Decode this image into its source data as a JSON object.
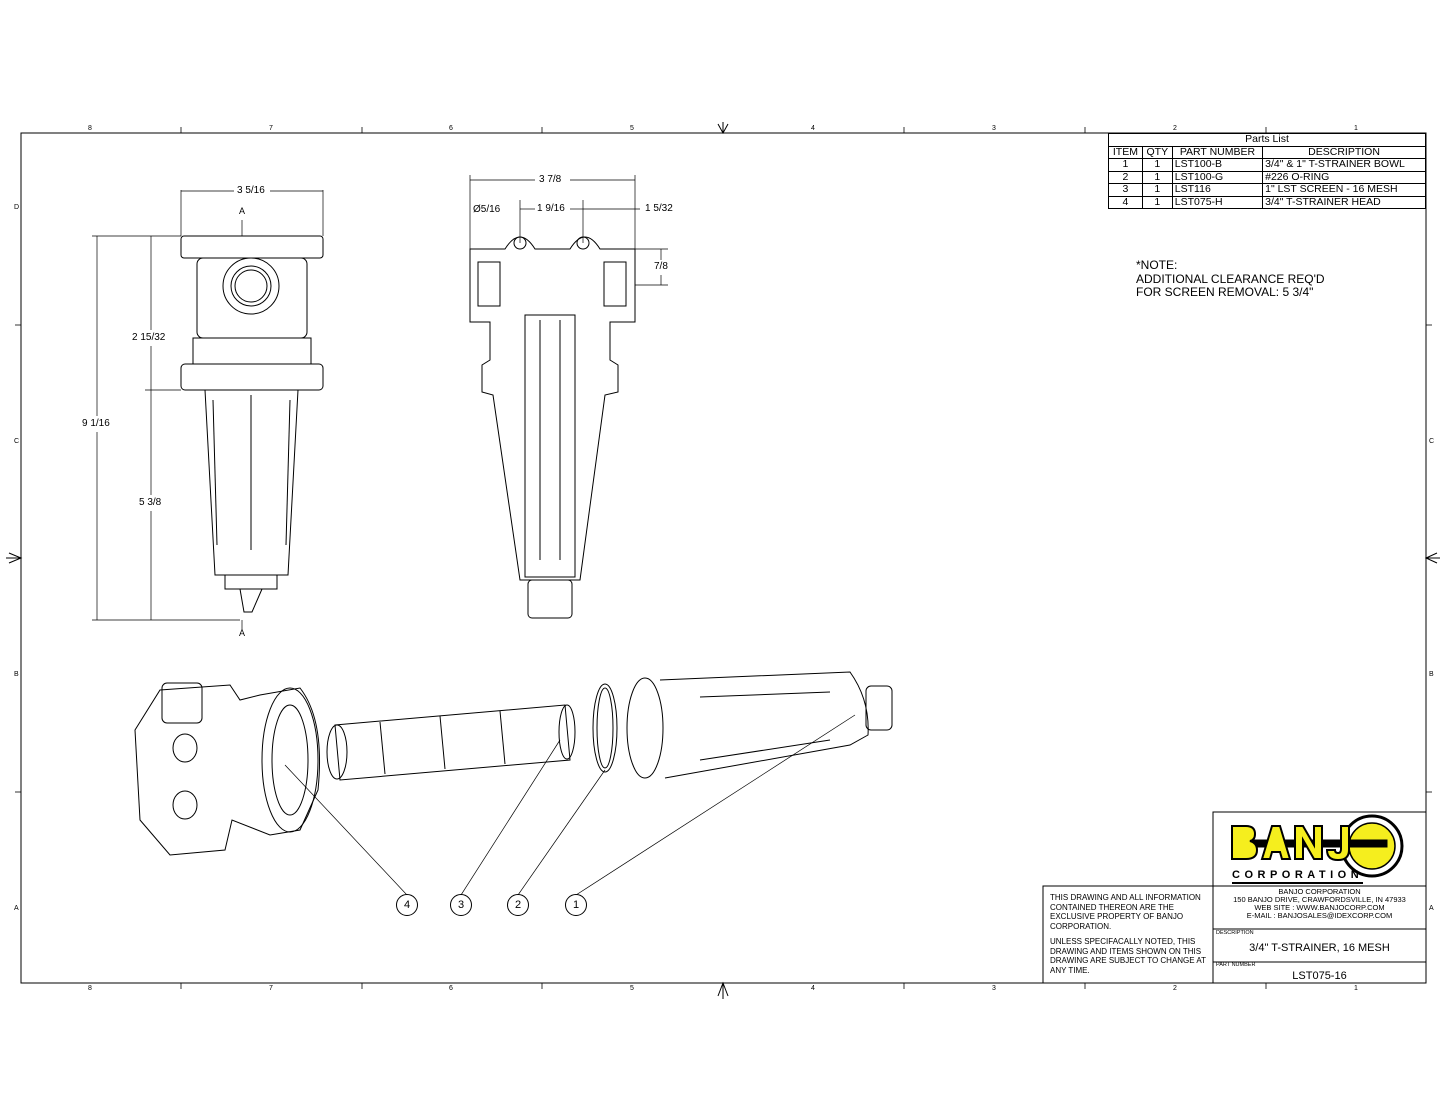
{
  "zones": {
    "columns": [
      "8",
      "7",
      "6",
      "5",
      "4",
      "3",
      "2",
      "1"
    ],
    "rows": [
      "D",
      "C",
      "B",
      "A"
    ]
  },
  "front_view": {
    "dims": {
      "width": "3 5/16",
      "section_top": "A",
      "head_height": "2 15/32",
      "overall_height": "9 1/16",
      "bowl_height": "5 3/8",
      "section_bottom": "A"
    }
  },
  "section_view": {
    "dims": {
      "overall_width": "3 7/8",
      "hole_dia": "Ø5/16",
      "hole_spacing": "1 9/16",
      "port_offset": "1 5/32",
      "port_height": "7/8"
    }
  },
  "parts_list": {
    "title": "Parts List",
    "headers": [
      "ITEM",
      "QTY",
      "PART NUMBER",
      "DESCRIPTION"
    ],
    "rows": [
      {
        "item": "1",
        "qty": "1",
        "part": "LST100-B",
        "desc": "3/4\" & 1\" T-STRAINER BOWL"
      },
      {
        "item": "2",
        "qty": "1",
        "part": "LST100-G",
        "desc": "#226 O-RING"
      },
      {
        "item": "3",
        "qty": "1",
        "part": "LST116",
        "desc": "1\" LST SCREEN - 16 MESH"
      },
      {
        "item": "4",
        "qty": "1",
        "part": "LST075-H",
        "desc": "3/4\" T-STRAINER HEAD"
      }
    ]
  },
  "note": {
    "line1": "*NOTE:",
    "line2": "ADDITIONAL CLEARANCE REQ'D",
    "line3": "FOR SCREEN REMOVAL: 5 3/4\""
  },
  "balloons": [
    "4",
    "3",
    "2",
    "1"
  ],
  "title_block": {
    "logo_text": "BANJO",
    "logo_sub": "CORPORATION",
    "company": "BANJO CORPORATION",
    "address": "150 BANJO DRIVE, CRAWFORDSVILLE, IN 47933",
    "website": "WEB SITE : WWW.BANJOCORP.COM",
    "email": "E-MAIL : BANJOSALES@IDEXCORP.COM",
    "disclaimer1": "THIS DRAWING AND ALL INFORMATION CONTAINED THEREON ARE THE EXCLUSIVE PROPERTY OF BANJO CORPORATION.",
    "disclaimer2": "UNLESS SPECIFACALLY NOTED, THIS DRAWING AND ITEMS SHOWN ON THIS DRAWING ARE SUBJECT TO CHANGE AT ANY TIME.",
    "description_label": "DESCRIPTION",
    "description": "3/4\" T-STRAINER, 16 MESH",
    "part_number_label": "PART NUMBER",
    "part_number": "LST075-16"
  },
  "colors": {
    "logo_yellow": "#f5ee1e",
    "line": "#000000"
  }
}
